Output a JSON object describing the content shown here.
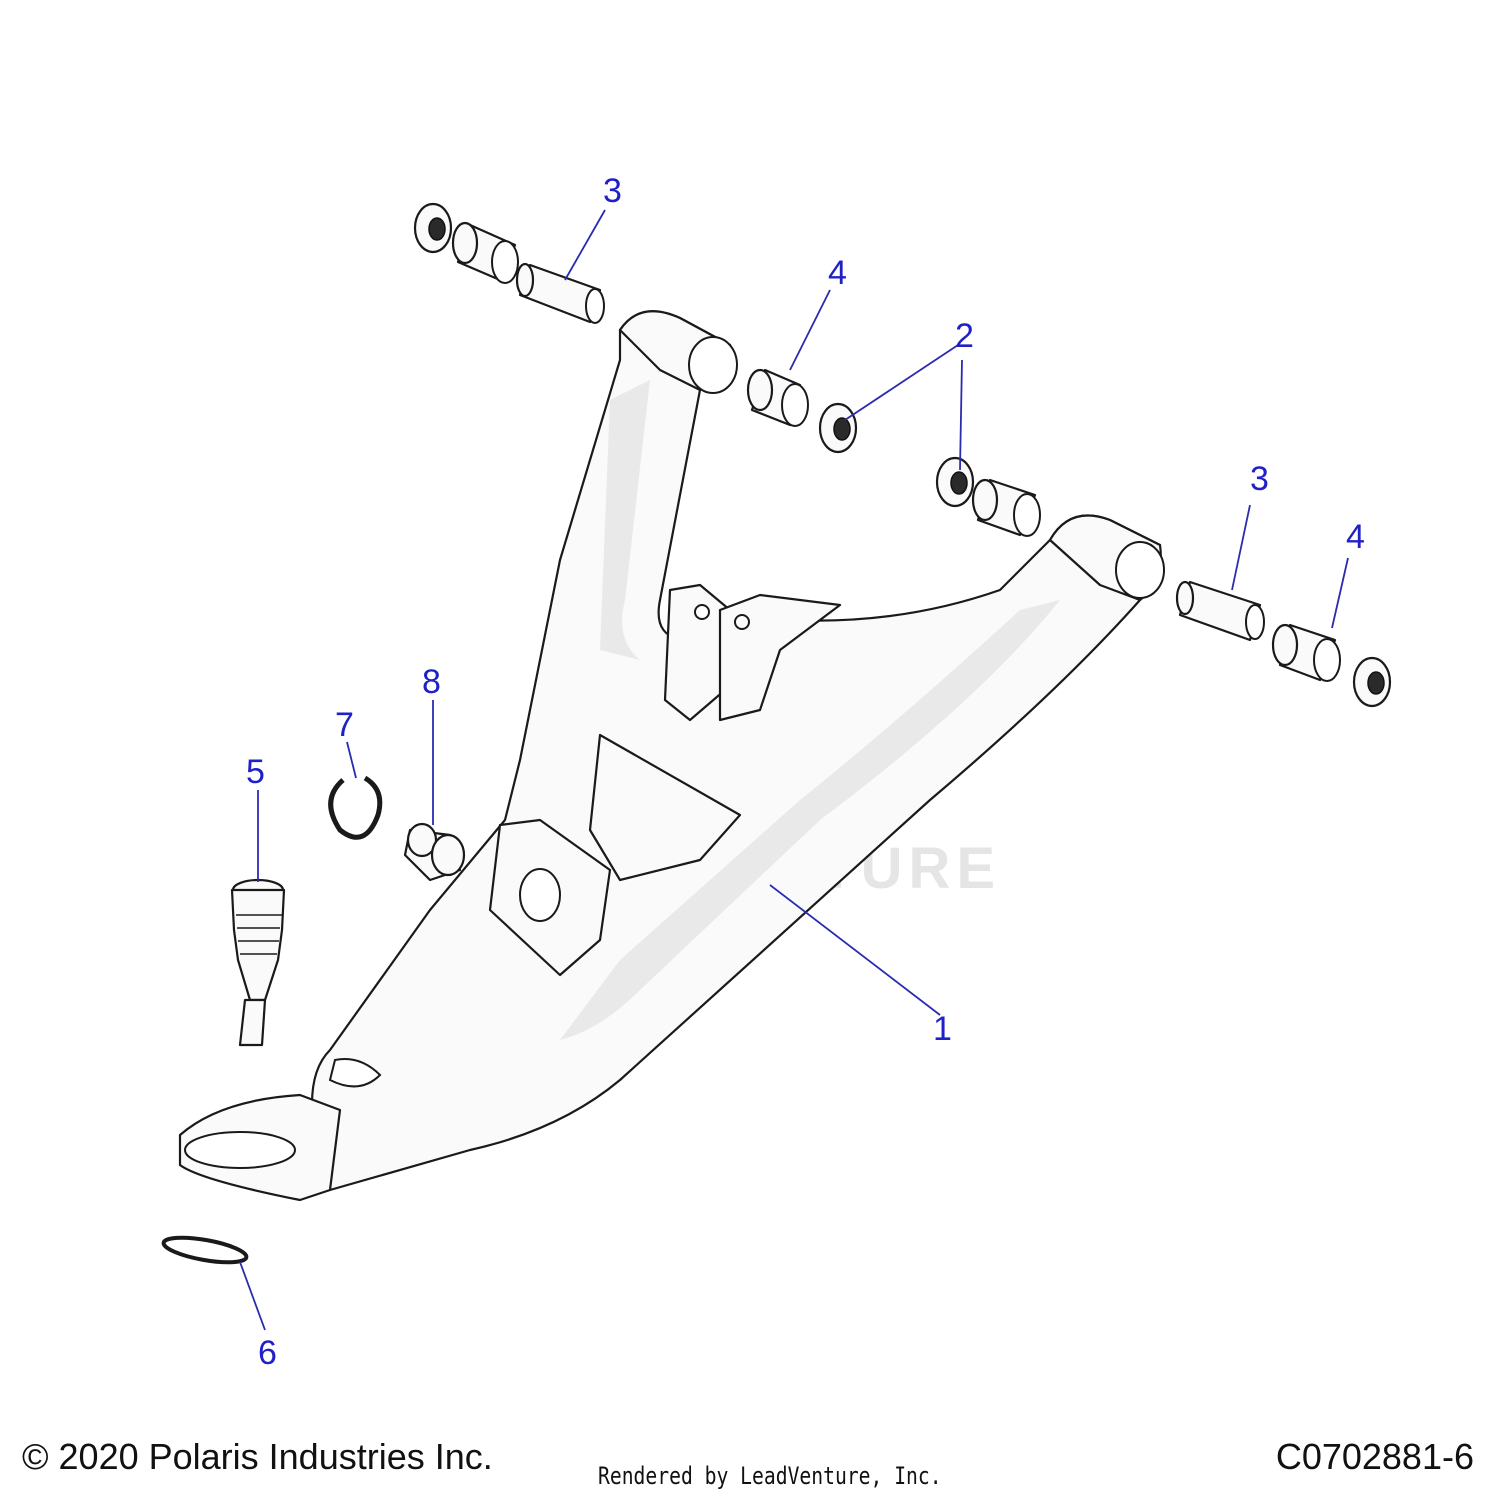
{
  "diagram": {
    "watermark": "LEADVENTURE",
    "callouts": [
      "3",
      "4",
      "2",
      "2",
      "3",
      "4",
      "8",
      "7",
      "5",
      "1",
      "6"
    ]
  },
  "footer": {
    "copyright": "© 2020 Polaris Industries Inc.",
    "rendered_by": "Rendered by LeadVenture, Inc.",
    "drawing_number": "C0702881-6"
  }
}
